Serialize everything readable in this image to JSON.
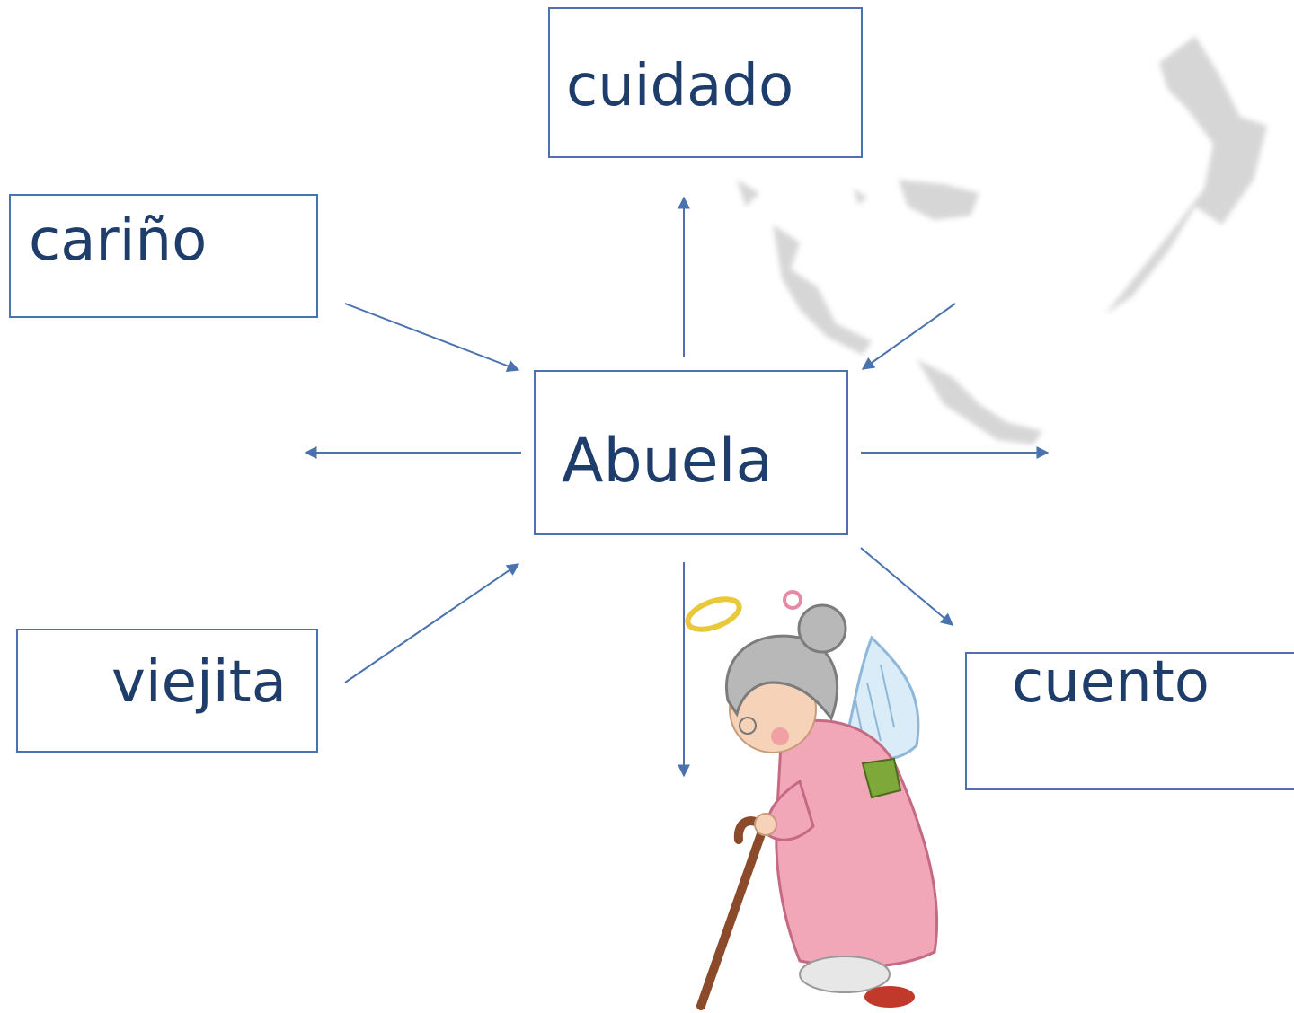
{
  "diagram": {
    "center": {
      "label": "Abuela"
    },
    "nodes": [
      {
        "id": "cuidado",
        "label": "cuidado"
      },
      {
        "id": "carino",
        "label": "cariño"
      },
      {
        "id": "viejita",
        "label": "viejita"
      },
      {
        "id": "cuento",
        "label": "cuento"
      }
    ],
    "edge_count": 8
  },
  "colors": {
    "box_border": "#4a72ae",
    "text": "#1f3d6b",
    "arrow": "#4a72ae"
  },
  "illustration": {
    "icon": "grandmother-angel-icon",
    "background_icon": "bahamas-islands-map-icon"
  }
}
